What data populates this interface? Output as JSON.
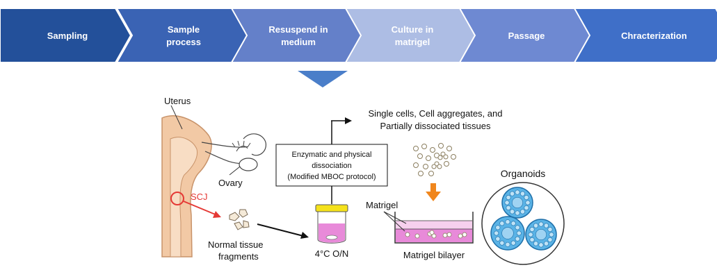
{
  "process_steps": [
    {
      "lines": [
        "Sampling"
      ],
      "fill": "#23509a"
    },
    {
      "lines": [
        "Sample",
        "process"
      ],
      "fill": "#3a63b4"
    },
    {
      "lines": [
        "Resuspend in",
        "medium"
      ],
      "fill": "#6480c9"
    },
    {
      "lines": [
        "Culture in",
        "matrigel"
      ],
      "fill": "#adbde4"
    },
    {
      "lines": [
        "Passage"
      ],
      "fill": "#6e89d2"
    },
    {
      "lines": [
        "Chracterization"
      ],
      "fill": "#3f6fc8"
    }
  ],
  "colors": {
    "down_arrow": "#4a7ec9",
    "tissue": "#f2c9a5",
    "tissue_edge": "#c8936a",
    "scj": "#e53935",
    "medium": "#e88ad9",
    "lid": "#f5e21b",
    "orange_arrow": "#f0861d",
    "organoid": "#5ab3e6",
    "organoid_edge": "#1f6fa8"
  },
  "labels": {
    "uterus": "Uterus",
    "ovary": "Ovary",
    "scj": "SCJ",
    "normal_tissue_1": "Normal tissue",
    "normal_tissue_2": "fragments",
    "enzymatic_1": "Enzymatic and physical",
    "enzymatic_2": "dissociation",
    "enzymatic_3": "(Modified MBOC protocol)",
    "single_cells_1": "Single cells, Cell aggregates, and",
    "single_cells_2": "Partially dissociated tissues",
    "temperature": "4°C O/N",
    "matrigel": "Matrigel",
    "matrigel_bilayer": "Matrigel bilayer",
    "organoids": "Organoids"
  }
}
